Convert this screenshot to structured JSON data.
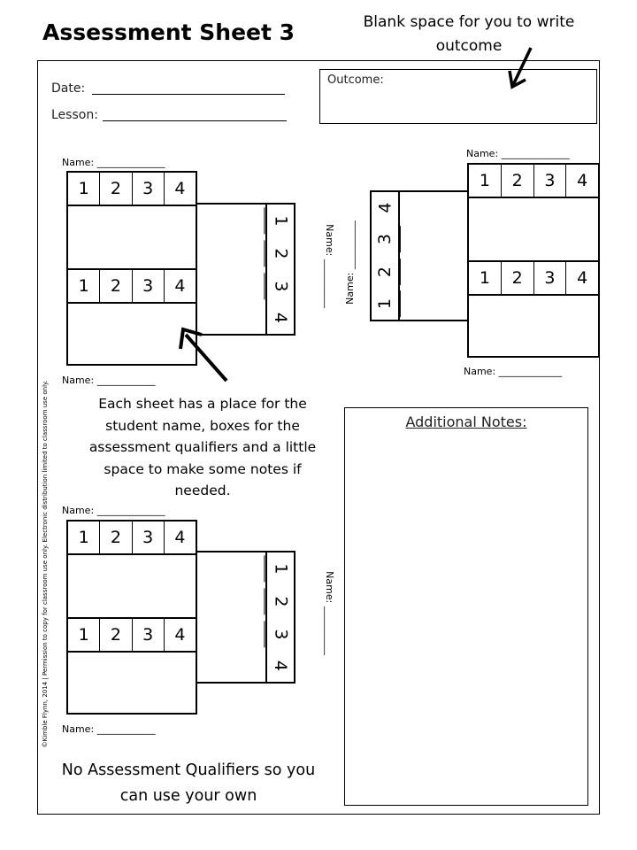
{
  "title": "Assessment Sheet 3",
  "callout_top": [
    "Blank space for you to write",
    "outcome"
  ],
  "callout_middle": [
    "Each sheet has a place for the",
    "student name, boxes for the",
    "assessment  qualifiers and a little",
    "space to make some notes if",
    "needed."
  ],
  "callout_bottom": [
    "No Assessment Qualifiers so you",
    "can use your own"
  ],
  "sheet": {
    "date_label": "Date:",
    "lesson_label": "Lesson:",
    "outcome_label": "Outcome:",
    "name_label": "Name:",
    "notes_title": "Additional Notes:",
    "scale": [
      "1",
      "2",
      "3",
      "4"
    ],
    "copyright": "©Kimble Flynn, 2014  |  Permission to copy for classroom use only.  Electronic distribution limited to classroom use only."
  }
}
